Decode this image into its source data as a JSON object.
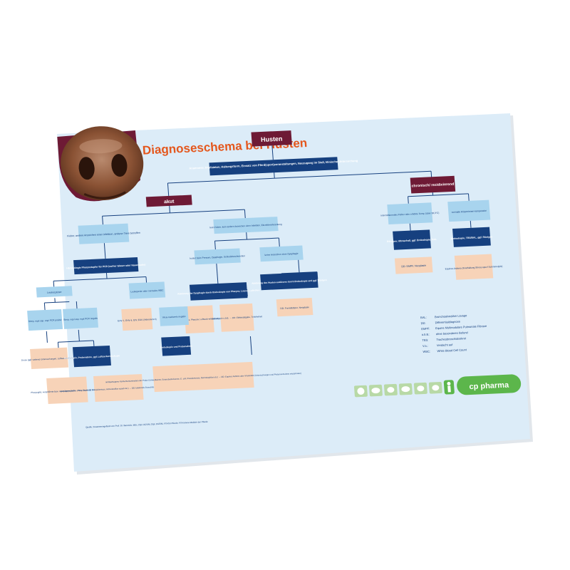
{
  "title": "Diagnoseschema bei Husten",
  "colors": {
    "maroon": "#6e1a35",
    "navy": "#16407f",
    "lightblue": "#a8d4ee",
    "peach": "#f7d3b8",
    "paper": "#dcecf8",
    "title": "#e4571d",
    "brand": "#5cb64b",
    "line": "#16407f"
  },
  "nodes": {
    "husten": "Husten",
    "anamnese": "Anamnese: Impfstatus, Haltungsform, Einsatz von Pferd(sport)veranstaltungen, Neuzugang im Stall, klinische Untersuchung",
    "akut": "akut",
    "chronisch": "chronisch/ rezidivierend",
    "fieber": "Fieber, andere Anzeichen einer Infektion, anderer Tiere betroffen",
    "keinfieber": "kein Fieber, kein andere Anzeichen einer Infektion, Einzeltiererkrankung",
    "intermittierend": "intermittierendes Fieber oder erhöhte Temp. (über 38,3°C)",
    "normale": "normale Körperinnen-temperatur",
    "haematologie": "Hämatologie Pharynxtupfer für PCR (vorher Glaser oder Nasenwatte)",
    "hustenPressen": "hustet beim Pressen, Dysphagie, Schluckbeschwerden",
    "keineAnzeichen": "keine Anzeichen einer Dysphagie",
    "roentgen": "Röntgen, Ultraschall, ggf. Endoskopie, BAL",
    "endoskopieTBS": "Endoskopie, TBS/BAL, ggf. Röntgen",
    "leukozytose": "Leukozytose",
    "leukopenie": "Leukopenie oder normales WBC",
    "abklaerungDysphagie": "Abklärung der Dysphagie durch Endoskopie von Pharynx, Larynx, Luftröhre",
    "abklaerungHusten": "Abklärung des Husten-auslösers durch Endoskopie und ggf. Röntgen",
    "ddEMPF": "DD: EMPF, Neoplasie",
    "equinesAsthma": "Equines Asthma (Festhaltung Stress spez/ Schimmelpilz)",
    "strepPositiv": "Strep. equi ssp. equi PCR positiv",
    "strepNegativ": "Strep. equi ssp. equi PCR negativ",
    "ehv": "EHV 1, EHV 4, EIV, EAV, (Adenoviren)",
    "virusNegativ": "Virus-nachweis negativ",
    "ddLarynx": "DD: Larynx, Pharynx, Luftsack-erkrankung",
    "endoskopieObB": "Endoskopie o.b.B. → DD: Elektrolytgabe, Trinkfreiheit",
    "ddFremdkoerper": "DD: Fremdkörper, Neoplasie",
    "druse": "Druse (ggf. weitere) Untersuchungen, Luftsackendoskopie)",
    "endoskopieProben": "Endoskopie, Probenahme, ggf. Luftsackendoskopie",
    "endoskopieProbenahme": "Endoskopie und Probenahme",
    "pharyngitis": "Pharyngitis, vergrößerte bzw. retropharyngeale → V.a. Druse im Frühstadium",
    "pathogeneKeime": "pathogene Keime (Strep. equi ssp. zooepidemicus, Actinobacillus equuli etc.) → DD: bakterielle Bronchitis oder Bronchopneumonie",
    "nichtpathogene": "nichtpathogene Keime/Kontamination der Probe (Umweltkeime, Enterobacteriaceae, E. coli, Pseudomonas, Dermatophilus etc.) → DD: Equines Asthma oder Virusinfekt (Untersuchungen und Probenentnahme wiederholen)"
  },
  "legend": [
    {
      "abbr": "BAL:",
      "text": "Bronchoalveoläre Lavage"
    },
    {
      "abbr": "DD:",
      "text": "Differentialdiagnose"
    },
    {
      "abbr": "EMPF:",
      "text": "Equine Multinodulare Pulmonale Fibrose"
    },
    {
      "abbr": "o.b.B.:",
      "text": "ohne besonderen Befund"
    },
    {
      "abbr": "TBS:",
      "text": "Tracheobronchialsekret"
    },
    {
      "abbr": "V.a.:",
      "text": "Verdacht auf"
    },
    {
      "abbr": "WBC:",
      "text": "White Blood Cell Count"
    }
  ],
  "brand": "cp pharma",
  "source": "Quelle: Zusammengefasst von Prof. Dr. Barsnick, MSc, Dipl. ACVIM, Dipl. ECEIM, FTA für Pferde, FTA Innere Medizin der Pferde",
  "icons": [
    "pig-icon",
    "cow-icon",
    "goat-icon",
    "horse-icon",
    "dog-icon",
    "cat-icon"
  ]
}
